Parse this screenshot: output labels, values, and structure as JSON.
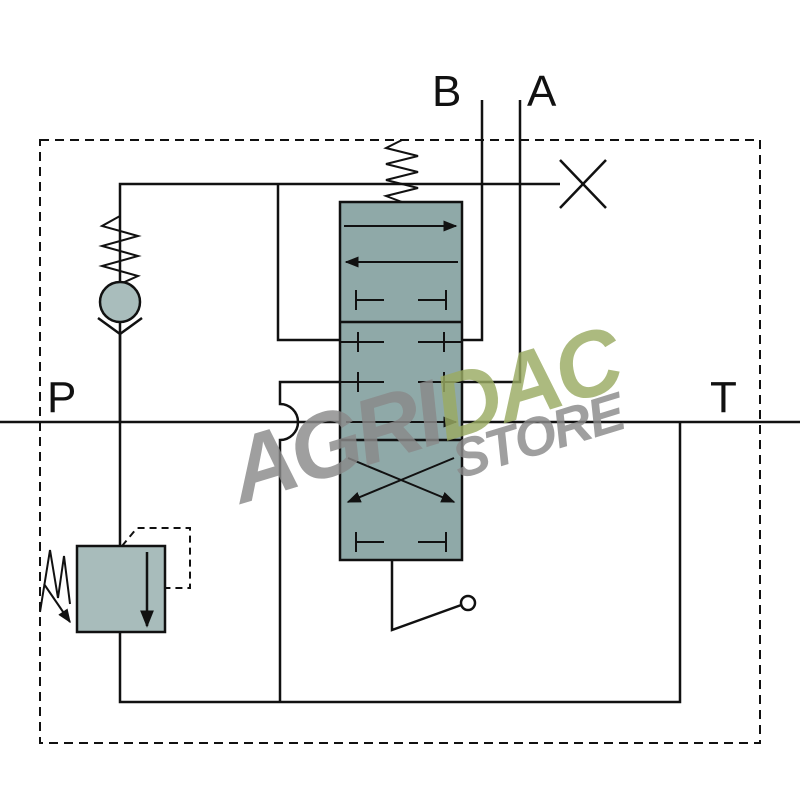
{
  "ports": {
    "b": "B",
    "a": "A",
    "p": "P",
    "t": "T"
  },
  "watermark": {
    "brand_part1": "AGRI",
    "brand_part2": "DAC",
    "brand_sub": "STORE"
  },
  "colors": {
    "line": "#111111",
    "valve_fill": "#8fa9a8",
    "relief_fill": "#a8bcbb",
    "ball_fill": "#a9bdbc",
    "watermark_grey": "#8a8a8a",
    "watermark_green": "#9aab63"
  }
}
